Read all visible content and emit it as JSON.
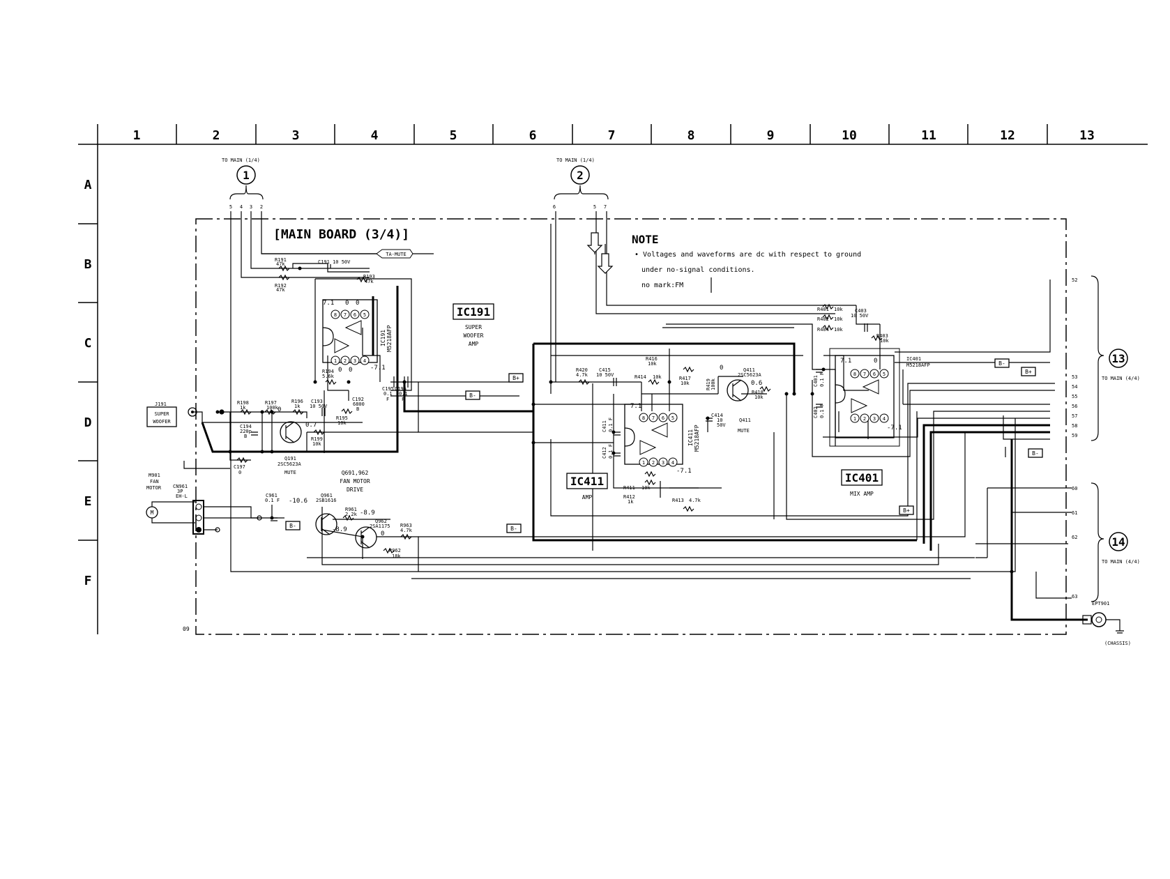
{
  "grid": {
    "columns": [
      "1",
      "2",
      "3",
      "4",
      "5",
      "6",
      "7",
      "8",
      "9",
      "10",
      "11",
      "12",
      "13"
    ],
    "rows": [
      "A",
      "B",
      "C",
      "D",
      "E",
      "F"
    ]
  },
  "board": {
    "title": "[MAIN BOARD (3/4)]",
    "corner": "09"
  },
  "note": {
    "heading": "NOTE",
    "line1": "• Voltages and waveforms are dc with respect to ground",
    "line2": "under no-signal conditions.",
    "line3": "no mark:FM"
  },
  "connectors": {
    "c1": {
      "num": "1",
      "label": "TO MAIN (1/4)"
    },
    "c2": {
      "num": "2",
      "label": "TO MAIN (1/4)"
    },
    "c13": {
      "num": "13",
      "label": "TO MAIN (4/4)"
    },
    "c14": {
      "num": "14",
      "label": "TO MAIN (4/4)"
    },
    "c1_pins": [
      "5",
      "4",
      "3",
      "2"
    ],
    "c2_pins": [
      "6",
      "5",
      "7"
    ],
    "right_pins_13": [
      "52",
      "53",
      "54",
      "55",
      "56",
      "57",
      "58",
      "59"
    ],
    "right_pins_14": [
      "60",
      "61",
      "62",
      "63"
    ],
    "ta_mute": "TA-MUTE"
  },
  "ics": {
    "ic191": {
      "name": "IC191",
      "desc1": "SUPER",
      "desc2": "WOOFER",
      "desc3": "AMP",
      "part1": "IC191",
      "part2": "M5218AFP"
    },
    "ic411": {
      "name": "IC411",
      "desc": "AMP",
      "part1": "IC411",
      "part2": "M5218AFP"
    },
    "ic401": {
      "name": "IC401",
      "desc": "MIX AMP",
      "part1": "IC401",
      "part2": "M5218AFP"
    },
    "pins_top": [
      "8",
      "7",
      "6",
      "5"
    ],
    "pins_bot": [
      "1",
      "2",
      "3",
      "4"
    ]
  },
  "components": {
    "r191": {
      "ref": "R191",
      "val": "47k"
    },
    "r192": {
      "ref": "R192",
      "val": "47k"
    },
    "r193": {
      "ref": "R193",
      "val": "47k"
    },
    "c191": "C191 10 50V",
    "r194": {
      "ref": "R194",
      "val": "5.6k"
    },
    "c195": {
      "ref": "C195",
      "val": "0.1",
      "f": "F"
    },
    "c196": {
      "ref": "C196",
      "val": "0.1",
      "f": "F"
    },
    "c192": {
      "ref": "C192",
      "val": "6800",
      "b": "B"
    },
    "r195": {
      "ref": "R195",
      "val": "10k"
    },
    "r198": {
      "ref": "R198",
      "val": "1k"
    },
    "r197": {
      "ref": "R197",
      "val": "100k"
    },
    "r196": {
      "ref": "R196",
      "val": "1k"
    },
    "c193": {
      "ref": "C193",
      "val": "10 50V"
    },
    "c194": {
      "ref": "C194",
      "val": "220p",
      "b": "B"
    },
    "r199": {
      "ref": "R199",
      "val": "10k"
    },
    "q191": {
      "ref": "Q191",
      "part": "2SC5623A",
      "desc": "MUTE"
    },
    "c197": {
      "ref": "C197",
      "val": "0"
    },
    "j191": {
      "ref": "J191",
      "l1": "SUPER",
      "l2": "WOOFER"
    },
    "m901": {
      "ref": "M901",
      "l1": "FAN",
      "l2": "MOTOR",
      "sym": "M"
    },
    "cn961": {
      "ref": "CN961",
      "l1": "3P",
      "l2": "EH-L"
    },
    "qfan": {
      "l1": "Q691,962",
      "l2": "FAN MOTOR",
      "l3": "DRIVE"
    },
    "c961": {
      "ref": "C961",
      "val": "0.1 F"
    },
    "q961": {
      "ref": "Q961",
      "part": "2SB1616"
    },
    "r961": {
      "ref": "R961",
      "val": "2.2k"
    },
    "q962": {
      "ref": "Q962",
      "part": "2SA1175"
    },
    "r963": {
      "ref": "R963",
      "val": "4.7k"
    },
    "r962": {
      "ref": "R962",
      "val": "18k"
    },
    "r420": {
      "ref": "R420",
      "val": "4.7k"
    },
    "c415": {
      "ref": "C415",
      "val": "10 50V"
    },
    "r416": {
      "ref": "R416",
      "val": "10k"
    },
    "r414": {
      "ref": "R414",
      "val": "10k"
    },
    "r417": {
      "ref": "R417",
      "val": "10k"
    },
    "r419": {
      "ref": "R419",
      "val": "100k"
    },
    "r418": {
      "ref": "R418",
      "val": "10k"
    },
    "q411": {
      "ref": "Q411",
      "part": "2SC5623A",
      "desc": "MUTE"
    },
    "c414": {
      "ref": "C414",
      "val": "10",
      "v": "50V"
    },
    "c411": {
      "ref": "C411",
      "val": "0.1 F"
    },
    "c412": {
      "ref": "C412",
      "val": "0.1 F"
    },
    "r411": {
      "ref": "R411",
      "val": "10k"
    },
    "r412": {
      "ref": "R412",
      "val": "1k"
    },
    "r413": {
      "ref": "R413",
      "val": "4.7k"
    },
    "r401": {
      "ref": "R401",
      "val": "10k"
    },
    "r402": {
      "ref": "R402",
      "val": "10k"
    },
    "r404": {
      "ref": "R404",
      "val": "10k"
    },
    "c403": {
      "ref": "C403",
      "val": "10 50V"
    },
    "r403": {
      "ref": "R403",
      "val": "10k"
    },
    "c401": {
      "ref": "C401",
      "val": "0.1 F"
    },
    "c402": {
      "ref": "C402",
      "val": "0.1 F"
    },
    "ept901": {
      "ref": "EPT901",
      "label": "(CHASSIS)"
    }
  },
  "voltages": {
    "v71a": "7.1",
    "v0a": "0",
    "v0b": "0",
    "vm71a": "-7.1",
    "v0c": "0",
    "v0d": "0",
    "v0e": "0",
    "v07": "0.7",
    "vm106": "-10.6",
    "vm89a": "-8.9",
    "vm89b": "-8.9",
    "v0f": "0",
    "v71b": "7.1",
    "vm71b": "-7.1",
    "v0g": "0",
    "v06": "0.6",
    "v71c": "7.1",
    "vm71c": "-7.1",
    "v0h": "0"
  },
  "supply": {
    "bplus": "B+",
    "bminus": "B-"
  }
}
